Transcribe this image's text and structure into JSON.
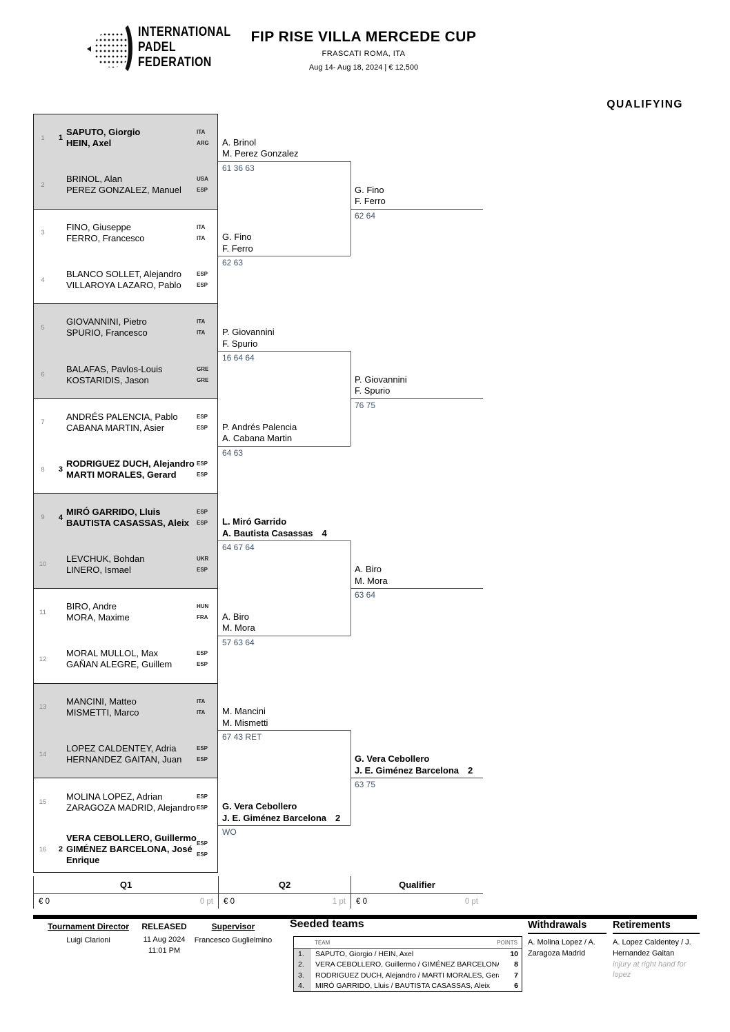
{
  "colors": {
    "score_text": "#44546a",
    "shaded_block": "#d8d8d8"
  },
  "header": {
    "org_lines": [
      "INTERNATIONAL",
      "PADEL",
      "FEDERATION"
    ],
    "title": "FIP RISE VILLA MERCEDE CUP",
    "location": "FRASCATI ROMA, ITA",
    "dates_prize": "Aug 14- Aug 18, 2024  |  € 12,500",
    "stage_label": "QUALIFYING"
  },
  "bracket": {
    "rows": [
      {
        "pos": "1",
        "seed": "1",
        "bold": true,
        "players": [
          {
            "name": "SAPUTO, Giorgio",
            "country": "ITA"
          },
          {
            "name": "HEIN, Axel",
            "country": "ARG"
          }
        ]
      },
      {
        "pos": "2",
        "seed": "",
        "bold": false,
        "players": [
          {
            "name": "BRINOL, Alan",
            "country": "USA"
          },
          {
            "name": "PEREZ GONZALEZ, Manuel",
            "country": "ESP"
          }
        ]
      },
      {
        "pos": "3",
        "seed": "",
        "bold": false,
        "players": [
          {
            "name": "FINO, Giuseppe",
            "country": "ITA"
          },
          {
            "name": "FERRO, Francesco",
            "country": "ITA"
          }
        ]
      },
      {
        "pos": "4",
        "seed": "",
        "bold": false,
        "players": [
          {
            "name": "BLANCO SOLLET, Alejandro",
            "country": "ESP"
          },
          {
            "name": "VILLAROYA LAZARO, Pablo",
            "country": "ESP"
          }
        ]
      },
      {
        "pos": "5",
        "seed": "",
        "bold": false,
        "players": [
          {
            "name": "GIOVANNINI, Pietro",
            "country": "ITA"
          },
          {
            "name": "SPURIO, Francesco",
            "country": "ITA"
          }
        ]
      },
      {
        "pos": "6",
        "seed": "",
        "bold": false,
        "players": [
          {
            "name": "BALAFAS, Pavlos-Louis",
            "country": "GRE"
          },
          {
            "name": "KOSTARIDIS, Jason",
            "country": "GRE"
          }
        ]
      },
      {
        "pos": "7",
        "seed": "",
        "bold": false,
        "players": [
          {
            "name": "ANDRÉS PALENCIA, Pablo",
            "country": "ESP"
          },
          {
            "name": "CABANA MARTIN, Asier",
            "country": "ESP"
          }
        ]
      },
      {
        "pos": "8",
        "seed": "3",
        "bold": true,
        "players": [
          {
            "name": "RODRIGUEZ DUCH, Alejandro",
            "country": "ESP"
          },
          {
            "name": "MARTI MORALES, Gerard",
            "country": "ESP"
          }
        ]
      },
      {
        "pos": "9",
        "seed": "4",
        "bold": true,
        "players": [
          {
            "name": "MIRÓ GARRIDO, Lluis",
            "country": "ESP"
          },
          {
            "name": "BAUTISTA CASASSAS, Aleix",
            "country": "ESP"
          }
        ]
      },
      {
        "pos": "10",
        "seed": "",
        "bold": false,
        "players": [
          {
            "name": "LEVCHUK, Bohdan",
            "country": "UKR"
          },
          {
            "name": "LINERO, Ismael",
            "country": "ESP"
          }
        ]
      },
      {
        "pos": "11",
        "seed": "",
        "bold": false,
        "players": [
          {
            "name": "BIRO, Andre",
            "country": "HUN"
          },
          {
            "name": "MORA, Maxime",
            "country": "FRA"
          }
        ]
      },
      {
        "pos": "12",
        "seed": "",
        "bold": false,
        "players": [
          {
            "name": "MORAL MULLOL, Max",
            "country": "ESP"
          },
          {
            "name": "GAÑAN ALEGRE, Guillem",
            "country": "ESP"
          }
        ]
      },
      {
        "pos": "13",
        "seed": "",
        "bold": false,
        "players": [
          {
            "name": "MANCINI, Matteo",
            "country": "ITA"
          },
          {
            "name": "MISMETTI, Marco",
            "country": "ITA"
          }
        ]
      },
      {
        "pos": "14",
        "seed": "",
        "bold": false,
        "players": [
          {
            "name": "LOPEZ CALDENTEY, Adria",
            "country": "ESP"
          },
          {
            "name": "HERNANDEZ GAITAN, Juan",
            "country": "ESP"
          }
        ]
      },
      {
        "pos": "15",
        "seed": "",
        "bold": false,
        "players": [
          {
            "name": "MOLINA LOPEZ, Adrian",
            "country": "ESP"
          },
          {
            "name": "ZARAGOZA MADRID, Alejandro",
            "country": "ESP"
          }
        ]
      },
      {
        "pos": "16",
        "seed": "2",
        "bold": true,
        "players": [
          {
            "name": "VERA CEBOLLERO, Guillermo",
            "country": "ESP"
          },
          {
            "name": "GIMÉNEZ BARCELONA, José Enrique",
            "country": "ESP"
          }
        ]
      }
    ],
    "round2": [
      {
        "team": [
          "A. Brinol",
          "M. Perez Gonzalez"
        ],
        "seed": "",
        "bold": false,
        "score": "61 36 63"
      },
      {
        "team": [
          "G. Fino",
          "F. Ferro"
        ],
        "seed": "",
        "bold": false,
        "score": "62 63"
      },
      {
        "team": [
          "P. Giovannini",
          "F. Spurio"
        ],
        "seed": "",
        "bold": false,
        "score": "16 64 64"
      },
      {
        "team": [
          "P. Andrés Palencia",
          "A. Cabana Martin"
        ],
        "seed": "",
        "bold": false,
        "score": "64 63"
      },
      {
        "team": [
          "L. Miró Garrido",
          "A. Bautista Casassas"
        ],
        "seed": "4",
        "bold": true,
        "score": "64 67 64"
      },
      {
        "team": [
          "A. Biro",
          "M. Mora"
        ],
        "seed": "",
        "bold": false,
        "score": "57 63 64"
      },
      {
        "team": [
          "M. Mancini",
          "M. Mismetti"
        ],
        "seed": "",
        "bold": false,
        "score": "67 43 RET"
      },
      {
        "team": [
          "G. Vera Cebollero",
          "J. E. Giménez Barcelona"
        ],
        "seed": "2",
        "bold": true,
        "score": "WO"
      }
    ],
    "round3": [
      {
        "team": [
          "G. Fino",
          "F. Ferro"
        ],
        "seed": "",
        "bold": false,
        "score": "62 64"
      },
      {
        "team": [
          "P. Giovannini",
          "F. Spurio"
        ],
        "seed": "",
        "bold": false,
        "score": "76 75"
      },
      {
        "team": [
          "A. Biro",
          "M. Mora"
        ],
        "seed": "",
        "bold": false,
        "score": "63 64"
      },
      {
        "team": [
          "G. Vera Cebollero",
          "J. E. Giménez Barcelona"
        ],
        "seed": "2",
        "bold": true,
        "score": "63 75"
      }
    ]
  },
  "rounds_footer": {
    "columns": [
      {
        "label": "Q1",
        "prize": "€ 0",
        "points": "0 pt"
      },
      {
        "label": "Q2",
        "prize": "€ 0",
        "points": "1 pt"
      },
      {
        "label": "Qualifier",
        "prize": "€ 0",
        "points": "0 pt"
      }
    ]
  },
  "officials": {
    "tournament_director_label": "Tournament Director",
    "tournament_director": "Luigi Clarioni",
    "released_label": "RELEASED",
    "released_date": "11 Aug 2024",
    "released_time": "11:01 PM",
    "supervisor_label": "Supervisor",
    "supervisor": "Francesco Guglielmino"
  },
  "seeded_teams": {
    "title": "Seeded teams",
    "col_team": "TEAM",
    "col_points": "POINTS",
    "rows": [
      {
        "rank": "1.",
        "team": "SAPUTO, Giorgio / HEIN, Axel",
        "points": "10"
      },
      {
        "rank": "2.",
        "team": "VERA CEBOLLERO, Guillermo / GIMÉNEZ BARCELONA, ...",
        "points": "8"
      },
      {
        "rank": "3.",
        "team": "RODRIGUEZ DUCH, Alejandro / MARTI MORALES, Gerard",
        "points": "7"
      },
      {
        "rank": "4.",
        "team": "MIRÓ GARRIDO, Lluis / BAUTISTA CASASSAS, Aleix",
        "points": "6"
      }
    ]
  },
  "withdrawals": {
    "title": "Withdrawals",
    "entries": [
      "A. Molina Lopez / A. Zaragoza Madrid"
    ]
  },
  "retirements": {
    "title": "Retirements",
    "entries": [
      "A. Lopez Caldentey / J. Hernandez Gaitan"
    ],
    "note": "injury at right hand for lopez"
  }
}
